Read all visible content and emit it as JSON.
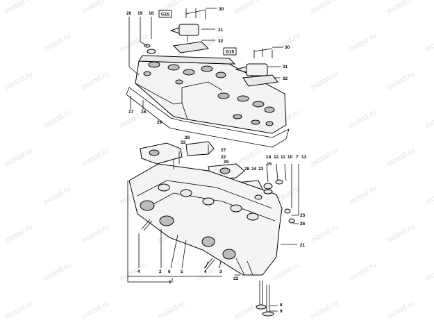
{
  "watermark": "motod.ru",
  "ref_boxes": [
    "G15",
    "G15"
  ],
  "labels": {
    "l1": "1",
    "l2": "2",
    "l3": "3",
    "l4a": "4",
    "l4b": "4",
    "l5": "5",
    "l6": "6",
    "l7": "7",
    "l8": "8",
    "l9": "9",
    "l10": "10",
    "l11": "11",
    "l12": "12",
    "l13": "13",
    "l14": "14",
    "l15": "15",
    "l16": "16",
    "l17": "17",
    "l18": "18",
    "l19": "19",
    "l20": "20",
    "l21": "21",
    "l22a": "22",
    "l22b": "22",
    "l23": "23",
    "l24": "24",
    "l25": "25",
    "l26": "26",
    "l27": "27",
    "l28a": "28",
    "l28b": "28",
    "l29a": "29",
    "l29b": "29",
    "l30a": "30",
    "l30b": "30",
    "l31a": "31",
    "l31b": "31",
    "l32a": "32",
    "l32b": "32",
    "l33": "33"
  }
}
